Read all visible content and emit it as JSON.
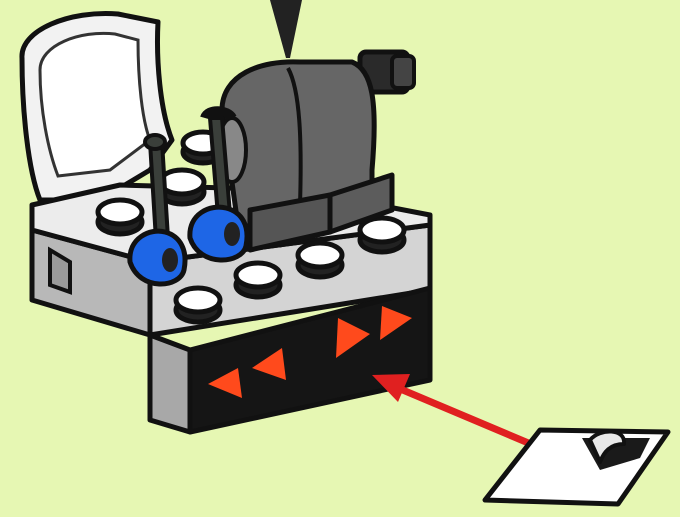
{
  "illustration": {
    "background_color": "#e6f7b3",
    "subject": "lego-brick-controller-with-two-levers",
    "direction_arrows_left": [
      "left-arrow",
      "left-arrow"
    ],
    "direction_arrows_right": [
      "right-arrow",
      "right-arrow"
    ],
    "arrow_color": "#ff4a1c",
    "pointer_arrow_color": "#e02020",
    "lever_knob_color": "#1e66e6",
    "sticker_icon": "sticker-peel-icon"
  }
}
